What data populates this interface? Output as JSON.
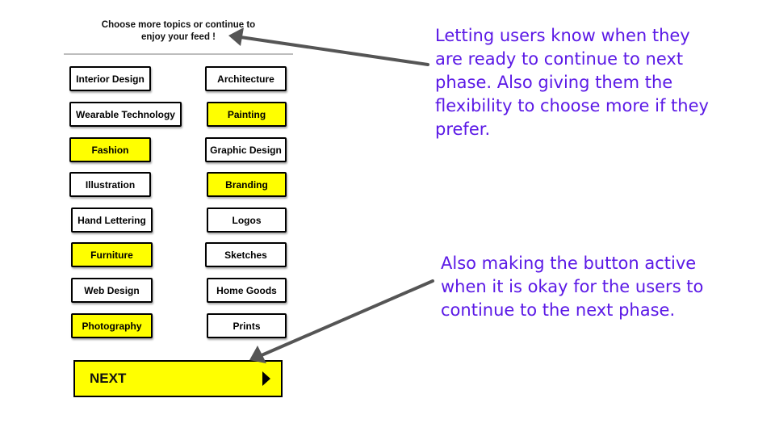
{
  "header": {
    "line1": "Choose more topics or continue to",
    "line2": "enjoy your feed !"
  },
  "topics": [
    {
      "label": "Interior Design",
      "selected": false
    },
    {
      "label": "Architecture",
      "selected": false
    },
    {
      "label": "Wearable Technology",
      "selected": false
    },
    {
      "label": "Painting",
      "selected": true
    },
    {
      "label": "Fashion",
      "selected": true
    },
    {
      "label": "Graphic Design",
      "selected": false
    },
    {
      "label": "Illustration",
      "selected": false
    },
    {
      "label": "Branding",
      "selected": true
    },
    {
      "label": "Hand Lettering",
      "selected": false
    },
    {
      "label": "Logos",
      "selected": false
    },
    {
      "label": "Furniture",
      "selected": true
    },
    {
      "label": "Sketches",
      "selected": false
    },
    {
      "label": "Web Design",
      "selected": false
    },
    {
      "label": "Home Goods",
      "selected": false
    },
    {
      "label": "Photography",
      "selected": true
    },
    {
      "label": "Prints",
      "selected": false
    }
  ],
  "next_button": {
    "label": "NEXT",
    "icon": "play-triangle-icon"
  },
  "annotations": {
    "top": [
      "Letting users know when they",
      "are ready to continue to next",
      "phase. Also giving them the",
      "flexibility to choose more if they",
      "prefer."
    ],
    "bottom": [
      "Also making the button active",
      "when it is okay for the users to",
      "continue to the next phase."
    ]
  },
  "colors": {
    "selected_fill": "#ffff00",
    "annotation_text": "#5b19e6",
    "arrow": "#555555"
  }
}
